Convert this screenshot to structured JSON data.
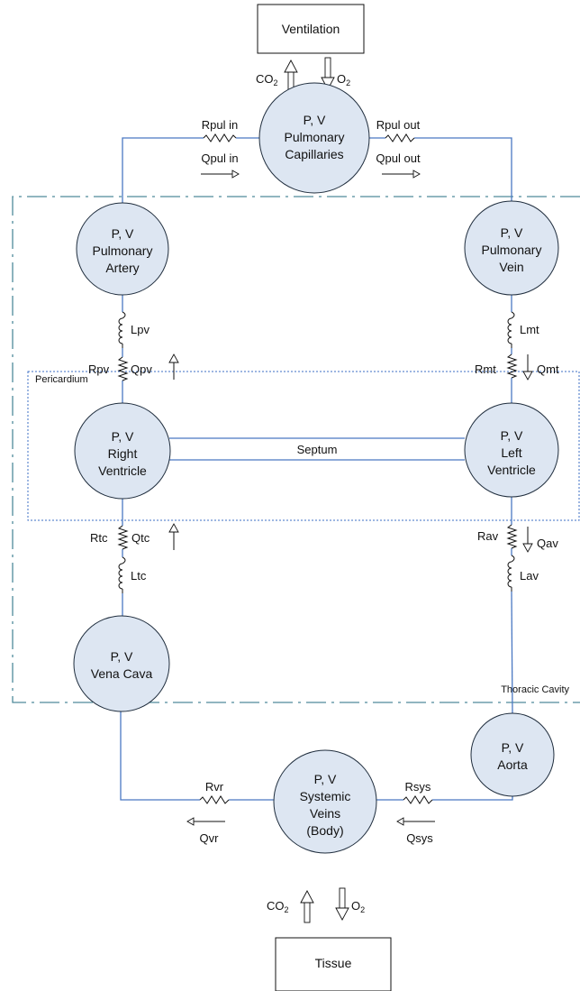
{
  "boxes": {
    "ventilation": "Ventilation",
    "tissue": "Tissue"
  },
  "gases": {
    "co2": "CO",
    "co2_sub": "2",
    "o2": "O",
    "o2_sub": "2"
  },
  "nodes": {
    "pulmonary_capillaries": [
      "P, V",
      "Pulmonary",
      "Capillaries"
    ],
    "pulmonary_artery": [
      "P, V",
      "Pulmonary",
      "Artery"
    ],
    "pulmonary_vein": [
      "P, V",
      "Pulmonary",
      "Vein"
    ],
    "right_ventricle": [
      "P, V",
      "Right",
      "Ventricle"
    ],
    "left_ventricle": [
      "P, V",
      "Left",
      "Ventricle"
    ],
    "vena_cava": [
      "P, V",
      "Vena Cava"
    ],
    "aorta": [
      "P, V",
      "Aorta"
    ],
    "systemic_veins": [
      "P, V",
      "Systemic",
      "Veins",
      "(Body)"
    ]
  },
  "labels": {
    "rpul_in": "Rpul in",
    "qpul_in": "Qpul in",
    "rpul_out": "Rpul out",
    "qpul_out": "Qpul out",
    "lpv": "Lpv",
    "rpv": "Rpv",
    "qpv": "Qpv",
    "lmt": "Lmt",
    "rmt": "Rmt",
    "qmt": "Qmt",
    "rtc": "Rtc",
    "qtc": "Qtc",
    "ltc": "Ltc",
    "rav": "Rav",
    "qav": "Qav",
    "lav": "Lav",
    "rvr": "Rvr",
    "qvr": "Qvr",
    "rsys": "Rsys",
    "qsys": "Qsys",
    "septum": "Septum",
    "pericardium": "Pericardium",
    "thoracic_cavity": "Thoracic Cavity"
  }
}
